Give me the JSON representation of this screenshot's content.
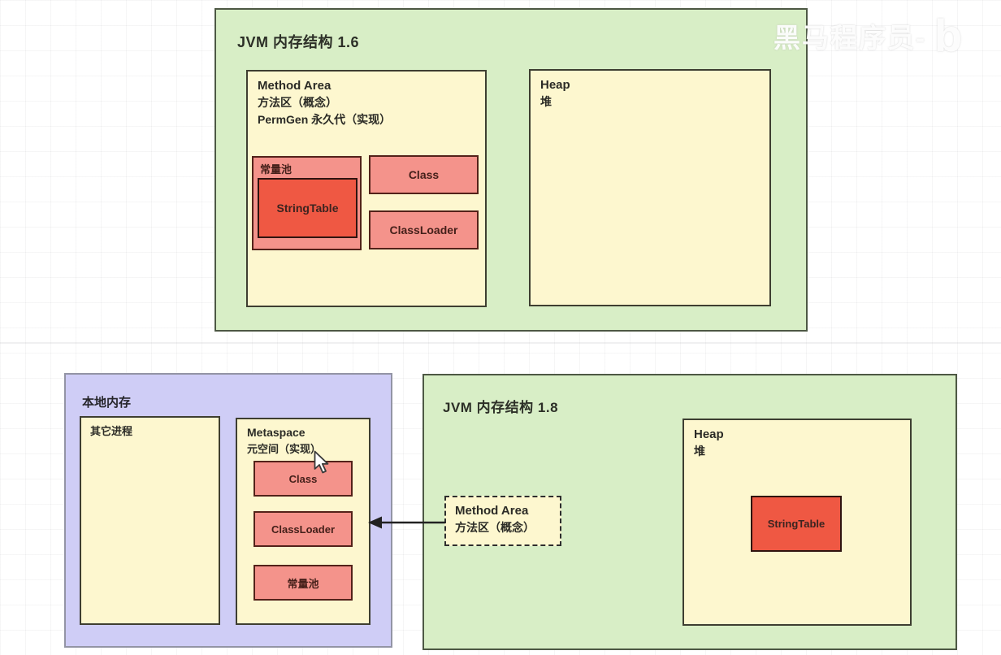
{
  "watermark": {
    "text": "黑马程序员-",
    "logo": "b-play-logo"
  },
  "jvm16": {
    "title": "JVM 内存结构 1.6",
    "method_area": {
      "name": "Method Area",
      "cn": "方法区（概念）",
      "impl": "PermGen 永久代（实现）",
      "constant_pool_label": "常量池",
      "string_table_label": "StringTable",
      "class_label": "Class",
      "classloader_label": "ClassLoader"
    },
    "heap": {
      "name": "Heap",
      "cn": "堆"
    }
  },
  "native_memory": {
    "title": "本地内存",
    "other_process_label": "其它进程",
    "metaspace": {
      "name": "Metaspace",
      "cn": "元空间（实现）",
      "items": [
        "Class",
        "ClassLoader",
        "常量池"
      ]
    }
  },
  "jvm18": {
    "title": "JVM 内存结构 1.8",
    "method_area": {
      "name": "Method Area",
      "cn": "方法区（概念）"
    },
    "heap": {
      "name": "Heap",
      "cn": "堆",
      "string_table_label": "StringTable"
    }
  },
  "colors": {
    "green_fill": "#d8eec6",
    "yellow_fill": "#fdf7cf",
    "salmon_fill": "#f4938b",
    "red_fill": "#ef5843",
    "purple_fill": "#cfcdf6",
    "arrow": "#222222"
  }
}
